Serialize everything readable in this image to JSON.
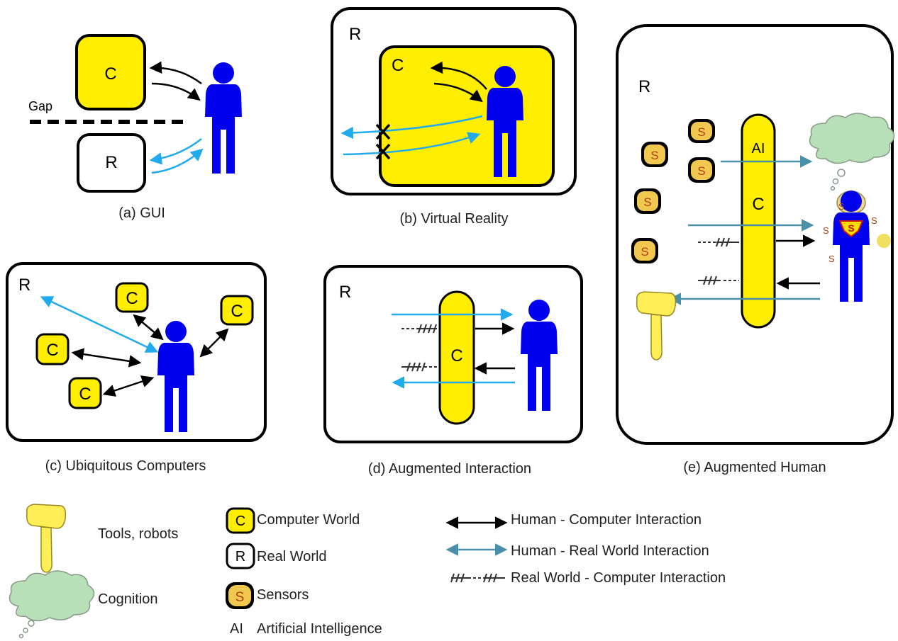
{
  "letters": {
    "computer": "C",
    "real": "R",
    "sensor": "S",
    "ai": "AI",
    "gap": "Gap",
    "superman": "S"
  },
  "panels": {
    "a": {
      "caption": "(a) GUI"
    },
    "b": {
      "caption": "(b) Virtual Reality"
    },
    "c": {
      "caption": "(c) Ubiquitous Computers"
    },
    "d": {
      "caption": "(d) Augmented Interaction"
    },
    "e": {
      "caption": "(e) Augmented  Human"
    }
  },
  "legend": {
    "tools": "Tools, robots",
    "cognition": "Cognition",
    "computer_world": "Computer World",
    "real_world": "Real World",
    "sensors": "Sensors",
    "ai_abbr": "AI",
    "ai": "Artificial Intelligence",
    "hci": "Human - Computer Interaction",
    "hri": "Human - Real World Interaction",
    "rci": "Real World - Computer Interaction"
  },
  "colors": {
    "computer_fill": "#ffee00",
    "human": "#0000ee",
    "hci_arrow": "#000000",
    "real_arrow_vr_ubi": "#22aaee",
    "real_arrow_aug": "#4a90a8",
    "cloud": "#b8e0b8",
    "sensor_fill": "#f0c850"
  }
}
